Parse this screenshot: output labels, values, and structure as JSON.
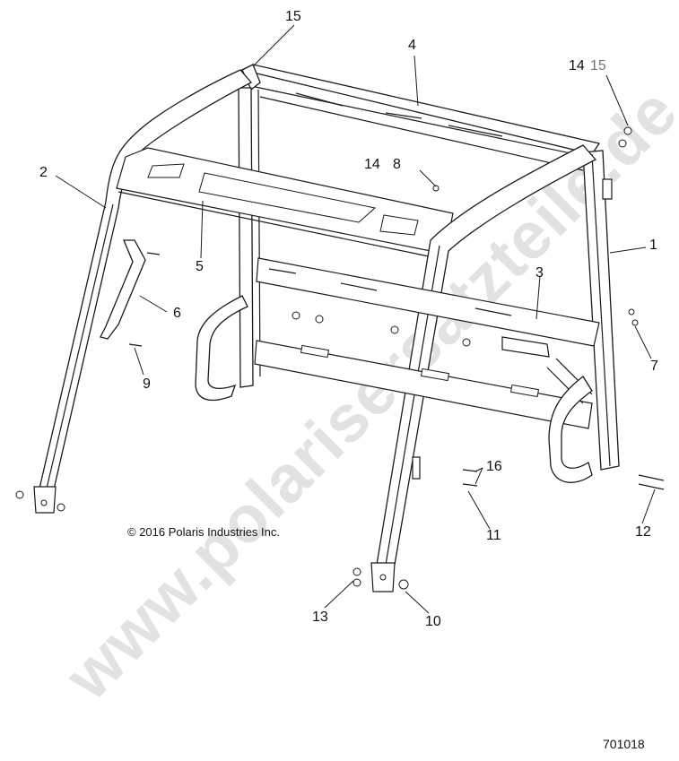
{
  "watermark": "www.polarisersatzteile.de",
  "copyright": "© 2016 Polaris Industries Inc.",
  "drawing_number": "701018",
  "callouts": {
    "c15_top": "15",
    "c4": "4",
    "c14_right": "14",
    "c15_right": "15",
    "c2": "2",
    "c14_mid": "14",
    "c8": "8",
    "c1": "1",
    "c5": "5",
    "c3": "3",
    "c6": "6",
    "c7": "7",
    "c9": "9",
    "c16": "16",
    "c11": "11",
    "c12": "12",
    "c13": "13",
    "c10": "10"
  }
}
